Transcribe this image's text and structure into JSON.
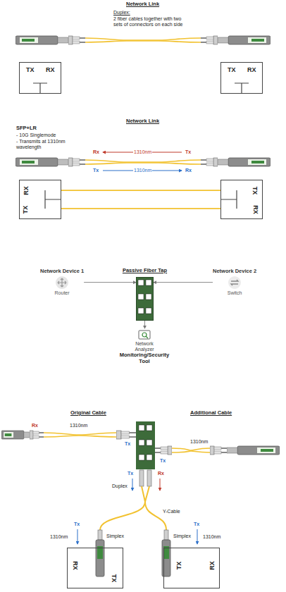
{
  "diagram": {
    "nodes": [
      {
        "text": [
          "TX",
          "RX"
        ]
      },
      {
        "text": [
          "TX",
          "RX"
        ]
      },
      {
        "text": [
          "RX",
          "TX"
        ]
      },
      {
        "text": [
          "TX",
          "RX"
        ]
      },
      {
        "text": [
          "Network Device 1",
          "Router"
        ]
      },
      {
        "text": [
          "Passive Fiber Tap"
        ]
      },
      {
        "text": [
          "Network Device 2",
          "Switch"
        ]
      },
      {
        "text": [
          "Network Analyzer",
          "Monitoring/Security Tool"
        ]
      },
      {
        "text": [
          "RX",
          "TX"
        ]
      },
      {
        "text": [
          "TX",
          "RX"
        ]
      }
    ],
    "edges": [
      {
        "from": 3,
        "to": 2,
        "arrow": "none"
      },
      {
        "from": 2,
        "to": 3,
        "arrow": "none"
      },
      {
        "from": 4,
        "to": 5,
        "arrow": "to"
      },
      {
        "from": 6,
        "to": 5,
        "arrow": "to"
      },
      {
        "from": 5,
        "to": 7,
        "arrow": "to"
      }
    ],
    "labels": [
      "Network Link",
      "Duplex:",
      "2 fiber cables together with two sets of connectors on each side",
      "Network Link",
      "SFP+LR",
      "- 10G Singlemode",
      "- Transmits at 1310nm wavelength",
      "Rx",
      "1310nm",
      "Tx",
      "Tx",
      "1310nm",
      "Rx",
      "Original Cable",
      "Additional Cable",
      "Rx",
      "1310nm",
      "Tx",
      "1310nm",
      "Tx",
      "Tx",
      "Rx",
      "Duplex",
      "Y-Cable",
      "Simplex",
      "Simplex",
      "1310nm",
      "Tx",
      "Tx",
      "1310nm"
    ]
  }
}
